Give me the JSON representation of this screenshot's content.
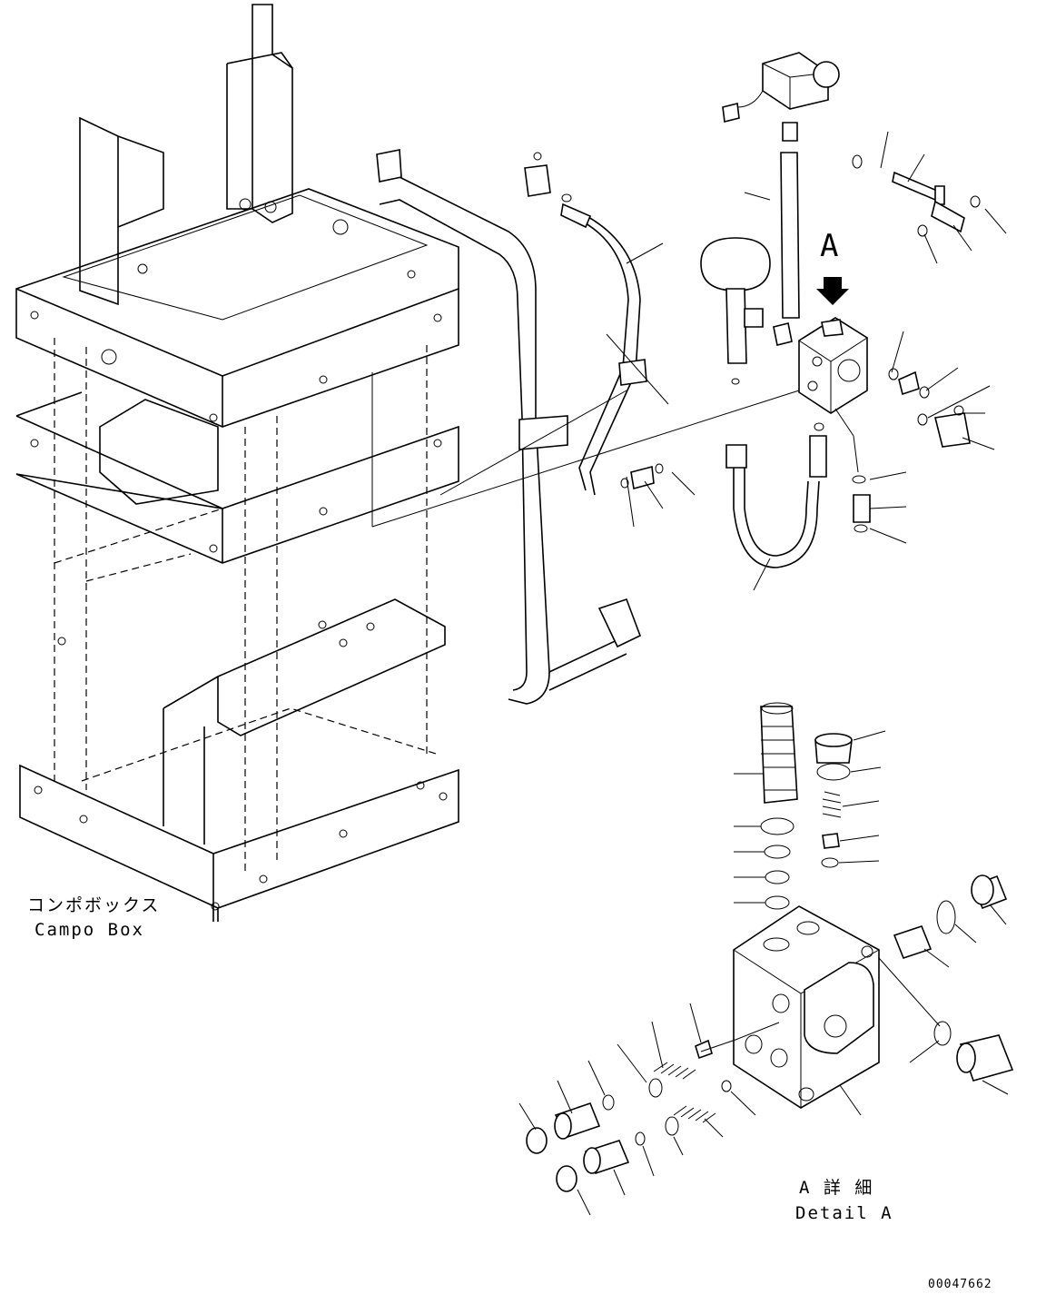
{
  "labels": {
    "view_marker": "A",
    "campo_box_jp": "コンポボックス",
    "campo_box_en": "Campo Box",
    "detail_jp": "A 詳 細",
    "detail_en": "Detail A",
    "drawing_number": "00047662"
  }
}
